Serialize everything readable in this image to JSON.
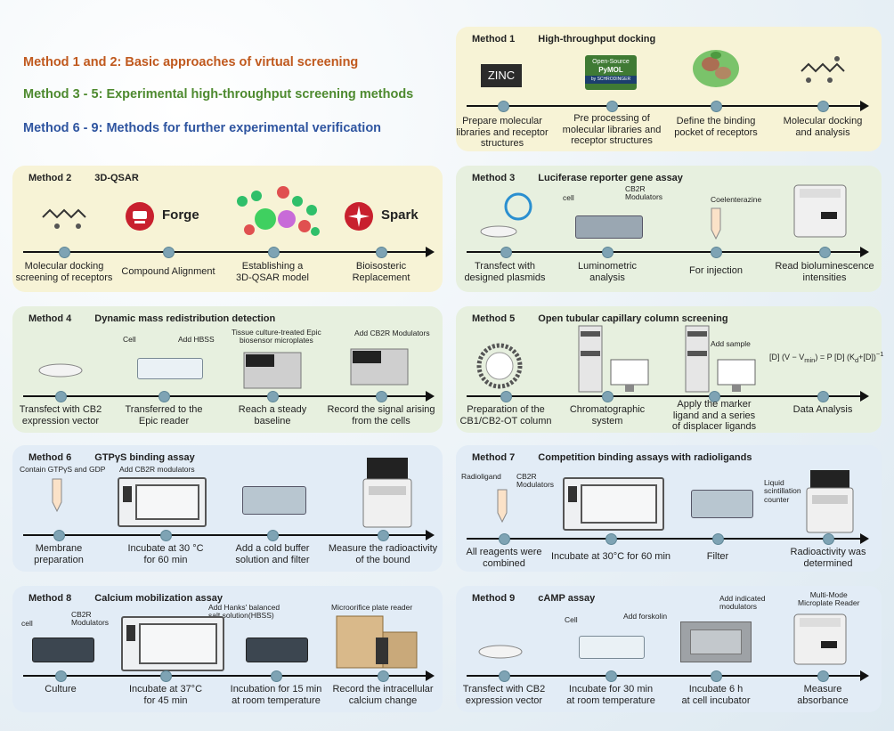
{
  "legend": {
    "line1": "Method 1 and 2: Basic approaches of virtual screening",
    "line2": "Method 3 - 5: Experimental high-throughput screening methods",
    "line3": "Method 6 - 9: Methods for further experimental verification",
    "color1": "#c0591e",
    "color2": "#4e8a2f",
    "color3": "#2f55a0"
  },
  "panels": {
    "m1": {
      "num": "Method 1",
      "title": "High-throughput docking",
      "zinc": "ZINC",
      "pymol1": "Open-Source",
      "pymol2": "PyMOL",
      "pymol3": "by SCHRODINGER",
      "steps": [
        "Prepare molecular\nlibraries and receptor\nstructures",
        "Pre processing of\nmolecular libraries and\nreceptor structures",
        "Define the binding\npocket of receptors",
        "Molecular docking\nand analysis"
      ]
    },
    "m2": {
      "num": "Method 2",
      "title": "3D-QSAR",
      "forge": "Forge",
      "spark": "Spark",
      "steps": [
        "Molecular docking\nscreening of receptors",
        "Compound Alignment",
        "Establishing a\n3D-QSAR model",
        "Bioisosteric\nReplacement"
      ]
    },
    "m3": {
      "num": "Method 3",
      "title": "Luciferase reporter gene assay",
      "cell": "cell",
      "mod": "CB2R\nModulators",
      "coel": "Coelenterazine",
      "steps": [
        "Transfect with\ndesigned plasmids",
        "Luminometric\nanalysis",
        "For injection",
        "Read bioluminescence\nintensities"
      ]
    },
    "m4": {
      "num": "Method 4",
      "title": "Dynamic mass redistribution detection",
      "cell": "Cell",
      "hbss": "Add HBSS",
      "tissue": "Tissue culture-treated Epic\nbiosensor microplates",
      "mod": "Add CB2R Modulators",
      "steps": [
        "Transfect with CB2\nexpression vector",
        "Transferred to the\nEpic reader",
        "Reach a steady\nbaseline",
        "Record the signal arising\nfrom the cells"
      ]
    },
    "m5": {
      "num": "Method 5",
      "title": "Open tubular capillary column screening",
      "sample": "Add sample",
      "eq": "[D] (V − V",
      "eq_sub": "min",
      "eq2": ") = P [D] (K",
      "eq_sub2": "d",
      "eq3": "+[D])",
      "eq_sup": "−1",
      "steps": [
        "Preparation of the\nCB1/CB2-OT column",
        "Chromatographic\nsystem",
        "Apply the marker\nligand and a series\nof displacer ligands",
        "Data Analysis"
      ]
    },
    "m6": {
      "num": "Method 6",
      "title": "GTPγS binding assay",
      "contain": "Contain GTPγS and GDP",
      "mod": "Add CB2R modulators",
      "steps": [
        "Membrane\npreparation",
        "Incubate at 30 °C\nfor 60 min",
        "Add a cold buffer\nsolution and filter",
        "Measure the radioactivity\nof the bound"
      ]
    },
    "m7": {
      "num": "Method 7",
      "title": "Competition binding assays with radioligands",
      "radio": "Radioligand",
      "mod": "CB2R\nModulators",
      "liquid": "Liquid\nscintillation\ncounter",
      "steps": [
        "All reagents were\ncombined",
        "Incubate at 30°C for 60 min",
        "Filter",
        "Radioactivity was\ndetermined"
      ]
    },
    "m8": {
      "num": "Method 8",
      "title": "Calcium mobilization assay",
      "cell": "cell",
      "mod": "CB2R\nModulators",
      "hanks": "Add Hanks' balanced\nsalt solution(HBSS)",
      "micro": "Microorifice plate reader",
      "steps": [
        "Culture",
        "Incubate at 37°C\nfor 45 min",
        "Incubation for 15 min\nat room temperature",
        "Record the intracellular\ncalcium change"
      ]
    },
    "m9": {
      "num": "Method 9",
      "title": "cAMP assay",
      "cell": "Cell",
      "forsk": "Add forskolin",
      "ind": "Add indicated\nmodulators",
      "reader": "Multi-Mode\nMicroplate Reader",
      "steps": [
        "Transfect with CB2\nexpression vector",
        "Incubate for 30 min\nat room temperature",
        "Incubate 6 h\nat cell incubator",
        "Measure\nabsorbance"
      ]
    }
  },
  "colors": {
    "yellow": "#f7f3d6",
    "green": "#e7f0df",
    "blue": "#e2ecf6",
    "dot": "#7ea3b4"
  }
}
